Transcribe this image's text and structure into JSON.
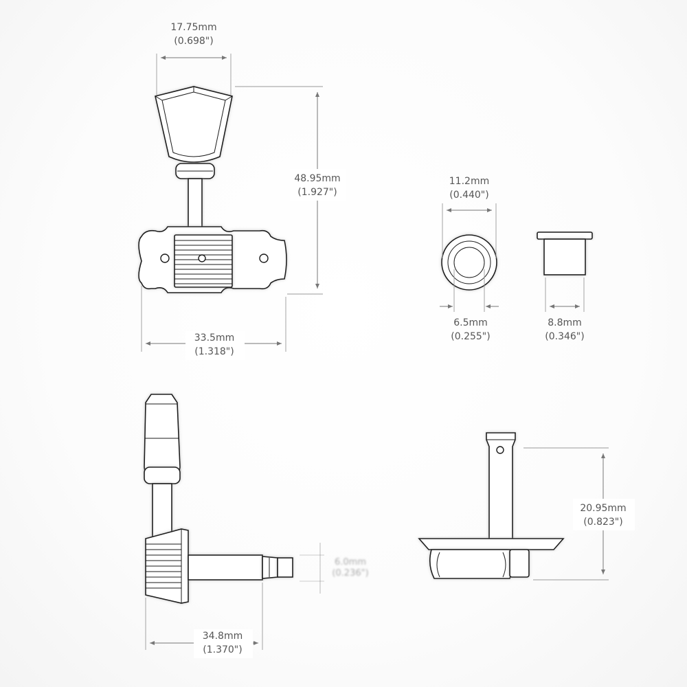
{
  "dimensions": {
    "button_width": {
      "mm": "17.75mm",
      "in": "(0.698\")"
    },
    "overall_height": {
      "mm": "48.95mm",
      "in": "(1.927\")"
    },
    "plate_width": {
      "mm": "33.5mm",
      "in": "(1.318\")"
    },
    "bushing_outer": {
      "mm": "11.2mm",
      "in": "(0.440\")"
    },
    "bushing_inner": {
      "mm": "6.5mm",
      "in": "(0.255\")"
    },
    "bushing_side": {
      "mm": "8.8mm",
      "in": "(0.346\")"
    },
    "post_diameter": {
      "mm": "6.0mm",
      "in": "(0.236\")"
    },
    "side_length": {
      "mm": "34.8mm",
      "in": "(1.370\")"
    },
    "post_height": {
      "mm": "20.95mm",
      "in": "(0.823\")"
    }
  }
}
